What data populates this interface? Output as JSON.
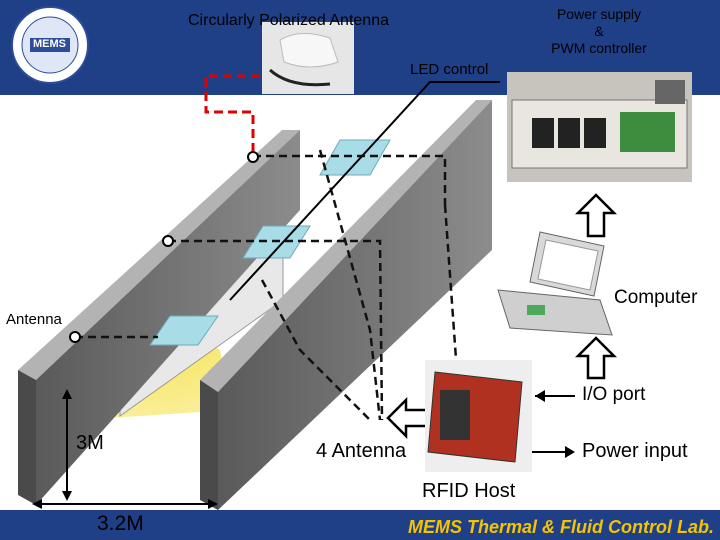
{
  "logo": {
    "text": "MEMS"
  },
  "labels": {
    "antenna_title": "Circularly Polarized Antenna",
    "led_control": "LED control",
    "power_supply_line1": "Power supply",
    "power_supply_line2": "&",
    "power_supply_line3": "PWM controller",
    "computer": "Computer",
    "antenna": "Antenna",
    "io_port": "I/O port",
    "three_m": "3M",
    "four_antenna": "4 Antenna",
    "power_input": "Power input",
    "rfid_host": "RFID Host",
    "width_dim": "3.2M"
  },
  "footer": {
    "lab_name": "MEMS Thermal & Fluid Control Lab."
  },
  "colors": {
    "header_band": "#1f3f86",
    "yellow_beam": "#f5e24a",
    "footer_text": "#f5c400",
    "wall_front": "#7a7a7a",
    "wall_top": "#b3b3b3",
    "red_wire": "#e00000"
  },
  "icons": [
    "logo-emblem",
    "antenna-photo",
    "power-supply-photo",
    "laptop-icon",
    "rfid-reader-photo",
    "arrow-up-icon",
    "arrow-left-icon"
  ]
}
